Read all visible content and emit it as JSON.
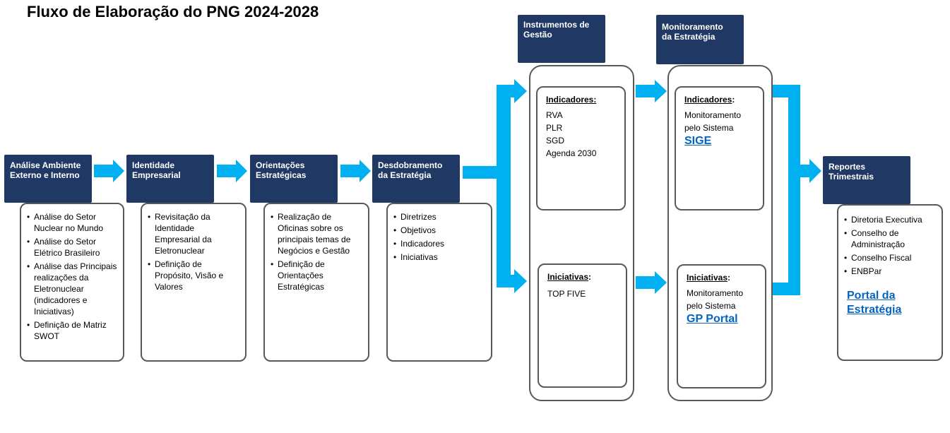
{
  "title": "Fluxo de Elaboração do PNG 2024-2028",
  "colors": {
    "header_bg": "#1f3864",
    "arrow": "#00b0f0",
    "box_border": "#595959",
    "link": "#0563c1"
  },
  "steps": [
    {
      "header": "Análise Ambiente\nExterno e Interno",
      "items": [
        "Análise do Setor Nuclear no Mundo",
        "Análise do Setor Elétrico Brasileiro",
        "Análise das Principais realizações da Eletronuclear (indicadores e Iniciativas)",
        "Definição de Matriz SWOT"
      ]
    },
    {
      "header": "Identidade\nEmpresarial",
      "items": [
        "Revisitação da Identidade Empresarial da Eletronuclear",
        "Definição de Propósito, Visão e Valores"
      ]
    },
    {
      "header": "Orientações\nEstratégicas",
      "items": [
        "Realização de Oficinas sobre os principais temas de Negócios e Gestão",
        "Definição de Orientações Estratégicas"
      ]
    },
    {
      "header": "Desdobramento\nda Estratégia",
      "items": [
        "Diretrizes",
        "Objetivos",
        "Indicadores",
        "Iniciativas"
      ]
    }
  ],
  "instrumentos": {
    "header": "Instrumentos de\nGestão",
    "indicadores": {
      "title": "Indicadores:",
      "items": [
        "RVA",
        "PLR",
        "SGD",
        "Agenda 2030"
      ]
    },
    "iniciativas": {
      "title": "Iniciativas",
      "colon": ":",
      "items": [
        "TOP FIVE"
      ]
    }
  },
  "monitoramento": {
    "header": "Monitoramento\nda Estratégia",
    "indicadores": {
      "title": "Indicadores",
      "colon": ":",
      "text1": "Monitoramento",
      "text2": "pelo Sistema",
      "link": "SIGE"
    },
    "iniciativas": {
      "title": "Iniciativas",
      "colon": ":",
      "text1": "Monitoramento",
      "text2": "pelo Sistema",
      "link": "GP Portal"
    }
  },
  "reportes": {
    "header": "Reportes\nTrimestrais",
    "items": [
      "Diretoria Executiva",
      "Conselho de Administração",
      "Conselho Fiscal",
      "ENBPar"
    ],
    "link1": "Portal da",
    "link2": "Estratégia"
  }
}
